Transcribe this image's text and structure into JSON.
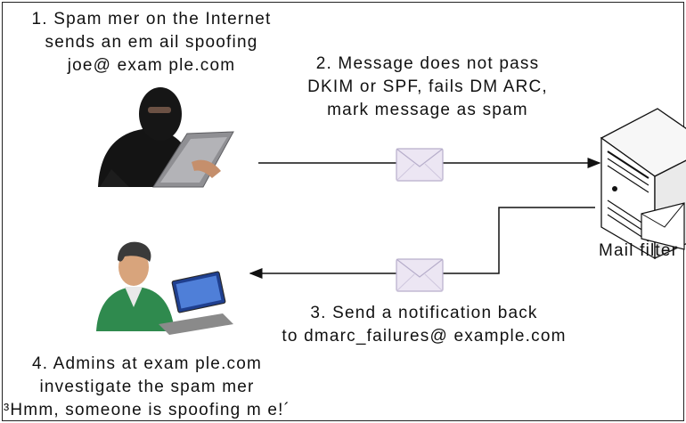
{
  "steps": {
    "step1": [
      "1. Spam mer on the Internet",
      "sends an em ail spoofing",
      "joe@ exam ple.com"
    ],
    "step2": [
      "2. Message does not pass",
      "DKIM or SPF, fails DM ARC,",
      "mark message as spam"
    ],
    "step3": [
      "3. Send a notification back",
      "to dmarc_failures@ example.com"
    ],
    "step4": [
      "4. Admins at exam ple.com",
      "investigate the spam mer",
      "³Hmm, someone is spoofing m e!´"
    ]
  },
  "mail_filter_label": "Mail filter",
  "icons": {
    "spammer": "masked-hacker-with-laptop",
    "admin": "admin-user-with-laptop",
    "server": "mail-server",
    "envelope": "envelope"
  },
  "colors": {
    "line": "#111111",
    "envelope_fill": "#ece6f3",
    "envelope_stroke": "#b7aecb",
    "admin_shirt": "#2f8a4e",
    "skin": "#d8a47c"
  }
}
